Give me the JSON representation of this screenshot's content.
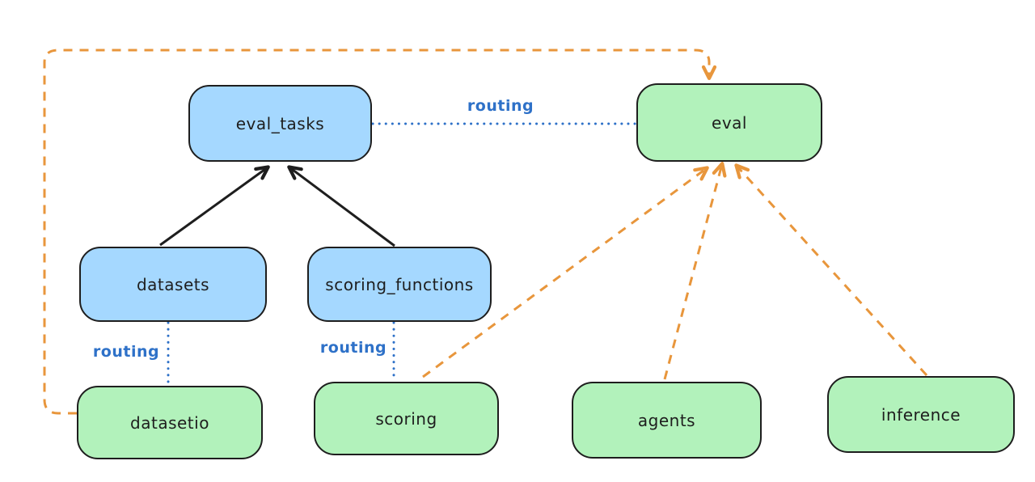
{
  "diagram": {
    "type": "hand-drawn-architecture-diagram",
    "colors": {
      "background": "#ffffff",
      "node_border": "#1e1e1e",
      "node_blue_fill": "#a5d8ff",
      "node_green_fill": "#b2f2bb",
      "edge_black": "#1e1e1e",
      "edge_blue": "#2e71c8",
      "edge_orange": "#e8963c"
    },
    "nodes": [
      {
        "id": "eval_tasks",
        "label": "eval_tasks",
        "color": "blue"
      },
      {
        "id": "eval",
        "label": "eval",
        "color": "green"
      },
      {
        "id": "datasets",
        "label": "datasets",
        "color": "blue"
      },
      {
        "id": "scoring_functions",
        "label": "scoring_functions",
        "color": "blue"
      },
      {
        "id": "datasetio",
        "label": "datasetio",
        "color": "green"
      },
      {
        "id": "scoring",
        "label": "scoring",
        "color": "green"
      },
      {
        "id": "agents",
        "label": "agents",
        "color": "green"
      },
      {
        "id": "inference",
        "label": "inference",
        "color": "green"
      }
    ],
    "edges": [
      {
        "from": "datasets",
        "to": "eval_tasks",
        "style": "solid-arrow",
        "color": "black"
      },
      {
        "from": "scoring_functions",
        "to": "eval_tasks",
        "style": "solid-arrow",
        "color": "black"
      },
      {
        "from": "eval_tasks",
        "to": "eval",
        "style": "dotted",
        "color": "blue",
        "label": "routing"
      },
      {
        "from": "datasets",
        "to": "datasetio",
        "style": "dotted",
        "color": "blue",
        "label": "routing"
      },
      {
        "from": "scoring_functions",
        "to": "scoring",
        "style": "dotted",
        "color": "blue",
        "label": "routing"
      },
      {
        "from": "scoring",
        "to": "eval",
        "style": "dashed-arrow",
        "color": "orange"
      },
      {
        "from": "agents",
        "to": "eval",
        "style": "dashed-arrow",
        "color": "orange"
      },
      {
        "from": "inference",
        "to": "eval",
        "style": "dashed-arrow",
        "color": "orange"
      },
      {
        "from": "datasetio",
        "to": "eval",
        "style": "dashed-arrow-loop",
        "color": "orange"
      }
    ],
    "edge_labels": [
      {
        "text": "routing"
      },
      {
        "text": "routing"
      },
      {
        "text": "routing"
      }
    ]
  }
}
